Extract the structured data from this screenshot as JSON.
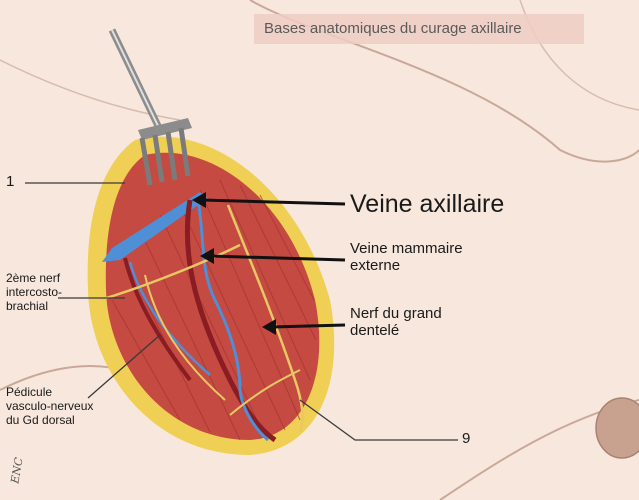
{
  "title": "Bases anatomiques du curage axillaire",
  "labels": {
    "n1": "1",
    "veine_axillaire": "Veine axillaire",
    "veine_mammaire": "Veine mammaire\nexterne",
    "nerf_intercosto": "2ème nerf\nintercosto-\nbrachial",
    "nerf_dentele": "Nerf du grand\ndentelé",
    "pedicule": "Pédicule\nvasculo-nerveux\ndu Gd dorsal",
    "n9": "9"
  },
  "logo": "ENC",
  "colors": {
    "skin": "#f7e7dc",
    "fat": "#f0cf55",
    "muscle": "#c44a42",
    "vein": "#4e8fd6",
    "nerve": "#e8c765",
    "artery": "#8a1c24"
  }
}
